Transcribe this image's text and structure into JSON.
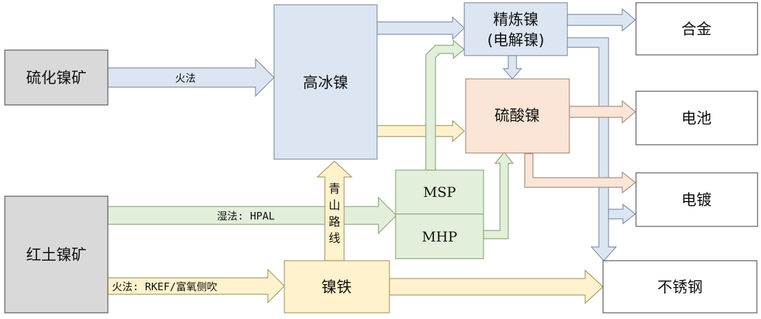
{
  "nodes": {
    "sulfide_ore": "硫化镍矿",
    "laterite_ore": "红土镍矿",
    "matte": "高冰镍",
    "refined_nickel_line1": "精炼镍",
    "refined_nickel_line2": "(电解镍)",
    "nickel_sulfate": "硫酸镍",
    "msp": "MSP",
    "mhp": "MHP",
    "ferronickel": "镍铁",
    "alloy": "合金",
    "battery": "电池",
    "electroplating": "电镀",
    "stainless_steel": "不锈钢"
  },
  "arrows": {
    "pyro": "火法",
    "hydro": "湿法: HPAL",
    "rkef": "火法: RKEF/富氧侧吹",
    "tsingshan_route": [
      "青",
      "山",
      "路",
      "线"
    ]
  },
  "colors": {
    "blue_fill": "#dce6f2",
    "blue_stroke": "#7f8fa6",
    "green_fill": "#e2efda",
    "green_stroke": "#8aa67a",
    "yellow_fill": "#fff2cc",
    "yellow_stroke": "#a89a6a",
    "salmon_fill": "#fbe5d6",
    "salmon_stroke": "#a88a7a",
    "gray_fill": "#d9d9d9",
    "gray_stroke": "#555555",
    "white_stroke": "#555555"
  }
}
